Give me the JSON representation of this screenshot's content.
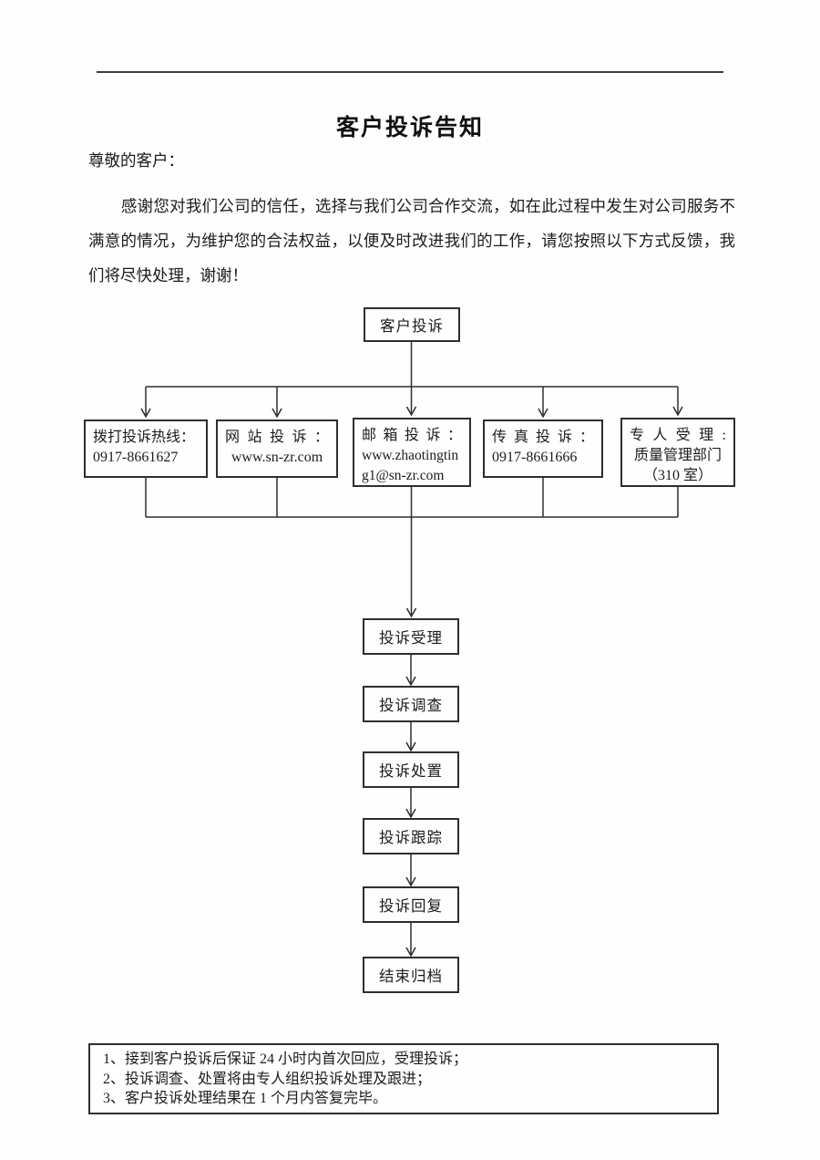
{
  "document": {
    "title": "客户投诉告知",
    "salutation": "尊敬的客户：",
    "paragraph": "感谢您对我们公司的信任，选择与我们公司合作交流，如在此过程中发生对公司服务不满意的情况，为维护您的合法权益，以便及时改进我们的工作，请您按照以下方式反馈，我们将尽快处理，谢谢！"
  },
  "flowchart": {
    "start": {
      "label": "客户投诉"
    },
    "channels": [
      {
        "lines": [
          "拨打投诉热线：",
          "0917-8661627"
        ]
      },
      {
        "lines": [
          "网站投诉：",
          "www.sn-zr.com"
        ]
      },
      {
        "lines": [
          "邮箱投诉：",
          "www.zhaotingting1@sn-zr.com"
        ]
      },
      {
        "lines": [
          "传真投诉：",
          "0917-8661666"
        ]
      },
      {
        "lines": [
          "专人受理:",
          "质量管理部门",
          "（310 室）"
        ]
      }
    ],
    "steps": [
      "投诉受理",
      "投诉调查",
      "投诉处置",
      "投诉跟踪",
      "投诉回复",
      "结束归档"
    ]
  },
  "notes": {
    "items": [
      "1、接到客户投诉后保证 24 小时内首次回应，受理投诉；",
      "2、投诉调查、处置将由专人组织投诉处理及跟进；",
      "3、客户投诉处理结果在 1 个月内答复完毕。"
    ]
  }
}
